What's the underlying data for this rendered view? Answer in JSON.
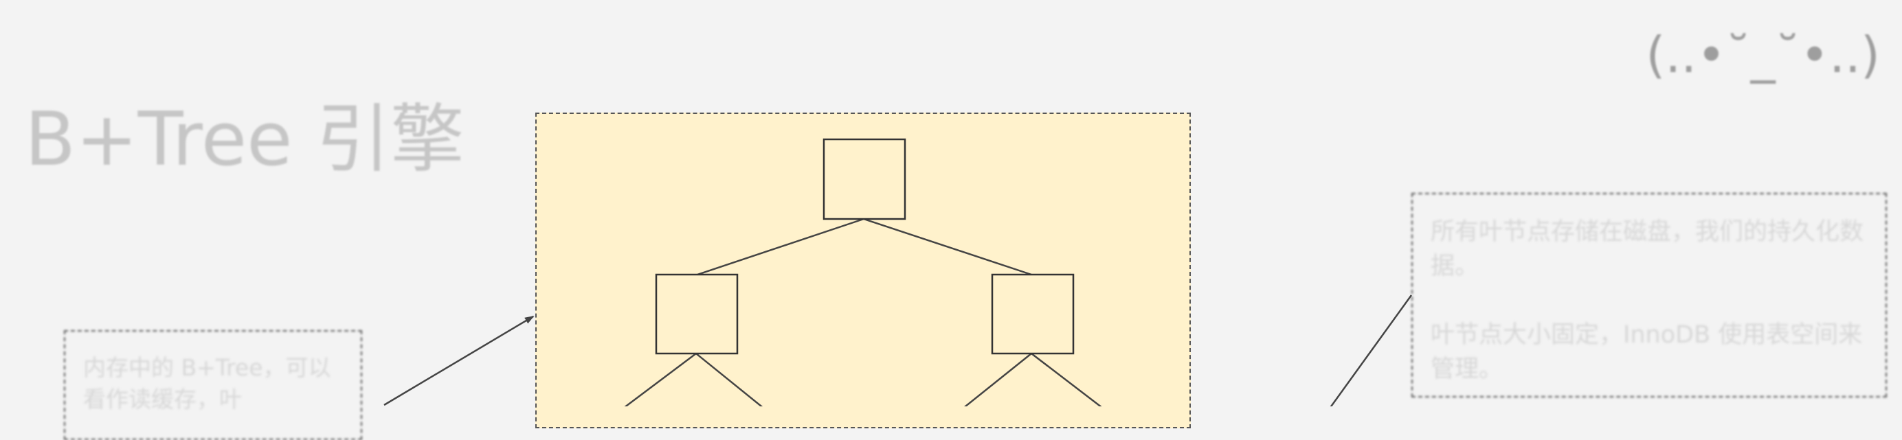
{
  "header": {
    "title": "B+Tree 引擎",
    "emoticon": "(..•˘_˘•..)"
  },
  "notes": {
    "left": {
      "text": "内存中的 B+Tree，可以看作读缓存，叶"
    },
    "right": {
      "paragraphs": [
        "所有叶节点存储在磁盘，我们的持久化数据。",
        "叶节点大小固定，InnoDB 使用表空间来管理。"
      ]
    }
  },
  "colors": {
    "background": "#f3f3f3",
    "panel_fill": "#fff2cc",
    "stroke": "#444444",
    "faded_text": "#c6c6c6"
  },
  "diagram": {
    "shape": "tree",
    "levels": 3,
    "boxes_visible": 3,
    "arrows": [
      "left-note-to-panel",
      "right-note-to-leaves"
    ]
  }
}
